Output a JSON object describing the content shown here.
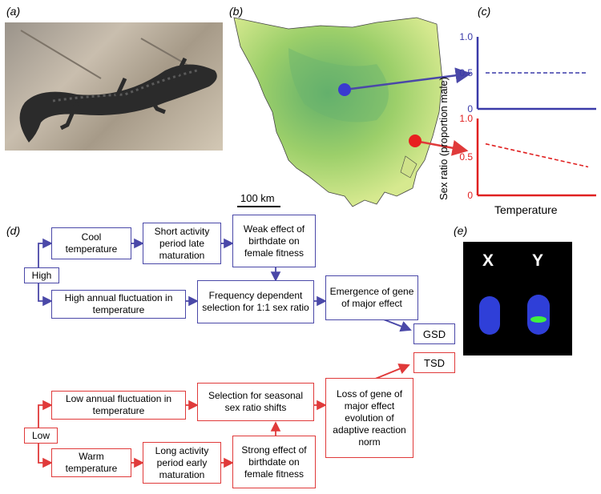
{
  "panel_labels": {
    "a": "(a)",
    "b": "(b)",
    "c": "(c)",
    "d": "(d)",
    "e": "(e)"
  },
  "map": {
    "scale_label": "100 km"
  },
  "chart_data": [
    {
      "type": "line",
      "series": [
        {
          "x": [
            0,
            1
          ],
          "y": [
            0.5,
            0.5
          ],
          "style": "dashed",
          "color": "#3a3aa8"
        }
      ],
      "ylim": [
        0,
        1.0
      ],
      "yticks": [
        "1.0",
        "0.5",
        "0"
      ],
      "axis_color": "#3a3aa8"
    },
    {
      "type": "line",
      "series": [
        {
          "x": [
            0,
            1
          ],
          "y": [
            0.67,
            0.37
          ],
          "style": "dashed",
          "color": "#e02020"
        }
      ],
      "ylim": [
        0,
        1.0
      ],
      "yticks": [
        "1.0",
        "0.5",
        "0"
      ],
      "axis_color": "#e02020"
    }
  ],
  "chart_axes": {
    "ylabel": "Sex ratio (proportion male)",
    "xlabel": "Temperature"
  },
  "flow": {
    "high": "High",
    "low": "Low",
    "cool_temperature": "Cool temperature",
    "short_activity": "Short activity period late maturation",
    "weak_effect": "Weak effect of birthdate on female fitness",
    "high_fluctuation": "High annual fluctuation in temperature",
    "frequency_dependent": "Frequency dependent selection for 1:1 sex ratio",
    "emergence": "Emergence of gene of major effect",
    "gsd": "GSD",
    "tsd": "TSD",
    "low_fluctuation": "Low annual fluctuation in temperature",
    "seasonal_selection": "Selection for seasonal sex ratio shifts",
    "loss_gene": "Loss of gene of major effect evolution of adaptive reaction norm",
    "warm_temperature": "Warm temperature",
    "long_activity": "Long activity period early maturation",
    "strong_effect": "Strong effect of birthdate on female fitness"
  },
  "chromosomes": {
    "x_label": "X",
    "y_label": "Y"
  },
  "colors": {
    "blue": "#4a48a8",
    "red": "#e03a3a",
    "map_green": "#9ccf6a"
  }
}
